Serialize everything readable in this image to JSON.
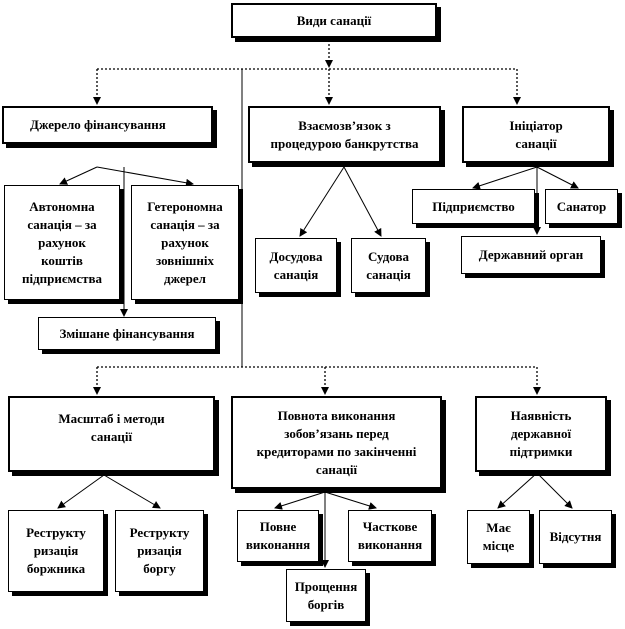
{
  "nodes": {
    "root": "Види санації",
    "funding": "Джерело фінансування",
    "relation": "Взаємозв’язок з\nпроцедурою банкрутства",
    "initiator": "Ініціатор\nсанації",
    "autonomous": "Автономна\nсанація – за\nрахунок\nкоштів\nпідприємства",
    "heteronomous": "Гетерономна\nсанація – за\nрахунок\nзовнішніх\nджерел",
    "mixed": "Змішане фінансування",
    "pretrial": "Досудова\nсанація",
    "judicial": "Судова\nсанація",
    "enterprise": "Підприємство",
    "sanator": "Санатор",
    "state_body": "Державний орган",
    "scale": "Масштаб і методи\nсанації",
    "completeness": "Повнота виконання\nзобов’язань перед\nкредиторами по закінченні\nсанації",
    "state_support": "Наявність\nдержавної\nпідтримки",
    "debtor_restructuring": "Реструкту\nризація\nборжника",
    "debt_restructuring": "Реструкту\nризація\nборгу",
    "full": "Повне\nвиконання",
    "partial": "Часткове\nвиконання",
    "forgiveness": "Прощення\nборгів",
    "present": "Має\nмісце",
    "absent": "Відсутня"
  }
}
